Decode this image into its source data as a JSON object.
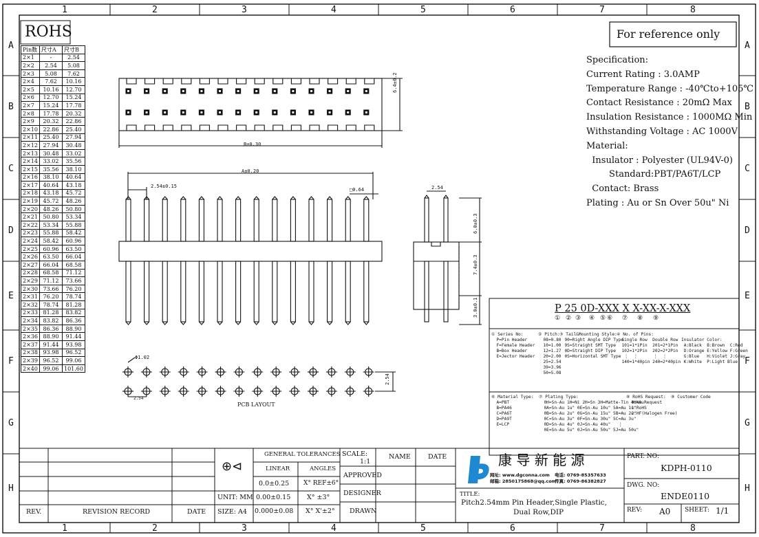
{
  "grid": {
    "columns": [
      "1",
      "2",
      "3",
      "4",
      "5",
      "6",
      "7",
      "8"
    ],
    "rows": [
      "A",
      "B",
      "C",
      "D",
      "E",
      "F",
      "G",
      "H"
    ]
  },
  "rohs": "ROHS",
  "reference_note": "For reference only",
  "pin_table": {
    "headers": [
      "Pin数",
      "尺寸A",
      "尺寸B"
    ],
    "rows": [
      [
        "2×1",
        "-",
        "2.54"
      ],
      [
        "2×2",
        "2.54",
        "5.08"
      ],
      [
        "2×3",
        "5.08",
        "7.62"
      ],
      [
        "2×4",
        "7.62",
        "10.16"
      ],
      [
        "2×5",
        "10.16",
        "12.70"
      ],
      [
        "2×6",
        "12.70",
        "15.24"
      ],
      [
        "2×7",
        "15.24",
        "17.78"
      ],
      [
        "2×8",
        "17.78",
        "20.32"
      ],
      [
        "2×9",
        "20.32",
        "22.86"
      ],
      [
        "2×10",
        "22.86",
        "25.40"
      ],
      [
        "2×11",
        "25.40",
        "27.94"
      ],
      [
        "2×12",
        "27.94",
        "30.48"
      ],
      [
        "2×13",
        "30.48",
        "33.02"
      ],
      [
        "2×14",
        "33.02",
        "35.56"
      ],
      [
        "2×15",
        "35.56",
        "38.10"
      ],
      [
        "2×16",
        "38.10",
        "40.64"
      ],
      [
        "2×17",
        "40.64",
        "43.18"
      ],
      [
        "2×18",
        "43.18",
        "45.72"
      ],
      [
        "2×19",
        "45.72",
        "48.26"
      ],
      [
        "2×20",
        "48.26",
        "50.80"
      ],
      [
        "2×21",
        "50.80",
        "53.34"
      ],
      [
        "2×22",
        "53.34",
        "55.88"
      ],
      [
        "2×23",
        "55.88",
        "58.42"
      ],
      [
        "2×24",
        "58.42",
        "60.96"
      ],
      [
        "2×25",
        "60.96",
        "63.50"
      ],
      [
        "2×26",
        "63.50",
        "66.04"
      ],
      [
        "2×27",
        "66.04",
        "68.58"
      ],
      [
        "2×28",
        "68.58",
        "71.12"
      ],
      [
        "2×29",
        "71.12",
        "73.66"
      ],
      [
        "2×30",
        "73.66",
        "76.20"
      ],
      [
        "2×31",
        "76.20",
        "78.74"
      ],
      [
        "2×32",
        "78.74",
        "81.28"
      ],
      [
        "2×33",
        "81.28",
        "83.82"
      ],
      [
        "2×34",
        "83.82",
        "86.36"
      ],
      [
        "2×35",
        "86.36",
        "88.90"
      ],
      [
        "2×36",
        "88.90",
        "91.44"
      ],
      [
        "2×37",
        "91.44",
        "93.98"
      ],
      [
        "2×38",
        "93.98",
        "96.52"
      ],
      [
        "2×39",
        "96.52",
        "99.06"
      ],
      [
        "2×40",
        "99.06",
        "101.60"
      ]
    ]
  },
  "specification": {
    "lines": [
      "Specification:",
      "Current Rating : 3.0AMP",
      "Temperature Range : -40℃to+105℃",
      "Contact Resistance : 20mΩ Max",
      "Insulation Resistance : 1000MΩ Min",
      "Withstanding Voltage : AC 1000V",
      "Material:",
      "  Insulator : Polyester (UL94V-0)",
      "        Standard:PBT/PA6T/LCP",
      "  Contact: Brass",
      "Plating : Au or Sn Over 50u\" Ni"
    ]
  },
  "dimensions": {
    "top_height": "6.4±0.2",
    "top_width": "B±0.30",
    "front_a": "A±0.20",
    "front_pitch": "2.54±0.15",
    "front_pin": "□0.64",
    "side_pitch": "2.54",
    "side_top": "6.0±0.3",
    "side_mid": "7.4±0.3",
    "side_bot": "3.0±0.1",
    "pcb_hole": "Φ1.02",
    "pcb_pitch_x": "2.54",
    "pcb_pitch_y": "2.54",
    "pcb_label": "PCB LAYOUT"
  },
  "part_code": {
    "code": "P 25 0D-XXX X X-XX-X-XXX",
    "markers": [
      "①",
      "②",
      "③",
      "④",
      "⑤",
      "⑥",
      "⑦",
      "⑧",
      "⑨"
    ]
  },
  "options": {
    "series": "① Series No:\n  P=Pin Header\n  F=Female Header\n  B=Box Header\n  E=Jector Header",
    "pitch": "② Pitch:\n  08=0.80\n  10=1.00\n  12=1.27\n  20=2.00\n  25=2.54\n  39=3.96\n  50=5.08",
    "tail": "③ Tail&Mounting Style:\n  90=Right Angle DIP Type\n  9S=Straight SMT Type\n  0D=Straight DIP Type\n  0S=Horizontal SMT Type",
    "pins": "④ No. of Pins:\n  Single Row  Double Row\n  101=1*1Pin  201=2*1Pin\n  102=1*2Pin  202=2*2Pin\n   ⋮  ⋮      ⋮  ⋮\n  140=1*40pin 240=2*40pin",
    "color": "Insulator Color:\n A:Black  B:Brown  C:Red\n D:Orange E:Yellow F:Green\n G:Blue   H:Violet J:Gray\n K:White  P:Light Blue",
    "material": "⑥ Material Type:\n  A=PBT\n  B=PA46\n  C=PA6T\n  D=PA9T\n  E=LCP",
    "plating": "⑦ Plating Type:\n  0H=Sn-Au 1H=Ni 2H=Sn 3H=Matte-Tin 4H=Au\n  0A=Sn-Au 1u\" 0E=Sn-Au 10u\" 5A=Au 1u\"\n  0B=Sn-Au 2u\" 0G=Sn-Au 15u\" 5B=Au 2u\"\n  0C=Sn-Au 3u\" 0F=Sn-Au 30u\" 5C=Au 3u\"\n  0D=Sn-Au 4u\" 0J=Sn-Au 40u\"   ⋮\n  0E=Sn-Au 5u\" 0J=Sn-Au 50u\" 5J=Au 50u\"",
    "rohs": "⑧ RoHS Request:\n  0:No Request\n  1:RoHS\n  2:HF(Halogen Free)",
    "customer": "⑨ Customer Code"
  },
  "title_block": {
    "rev_label": "REV.",
    "revision_record": "REVISION RECORD",
    "date": "DATE",
    "general_tol": "GENERAL TOLERANCES",
    "linear": "LINEAR",
    "angles": "ANGLES",
    "tol1": "0.0±0.25",
    "tol2": "0.00±0.15",
    "tol3": "0.000±0.08",
    "ang1": "X° REF±6°",
    "ang2": "X° ±3°",
    "ang3": "X° X'±2°",
    "unit": "UNIT: MM",
    "size": "SIZE: A4",
    "scale_label": "SCALE:",
    "scale": "1:1",
    "name": "NAME",
    "date2": "DATE",
    "approved": "APPROVED",
    "designer": "DESIGNER",
    "drawn": "DRAWN",
    "company": "康 导 新 能 源",
    "web": "网址: www.dgconna.com",
    "email": "邮箱: 2850175868@qq.com",
    "tel": "电话: 0769-85357633",
    "fax": "传真: 0769-86382827",
    "title_label": "TITLE:",
    "title": "Pitch2.54mm Pin Header,Single Plastic,",
    "title2": "Dual Row,DIP",
    "part_no_label": "PART. NO:",
    "part_no": "KDPH-0110",
    "dwg_no_label": "DWG. NO:",
    "dwg_no": "ENDE0110",
    "rev2_label": "REV:",
    "rev": "A0",
    "sheet_label": "SHEET:",
    "sheet": "1/1"
  }
}
